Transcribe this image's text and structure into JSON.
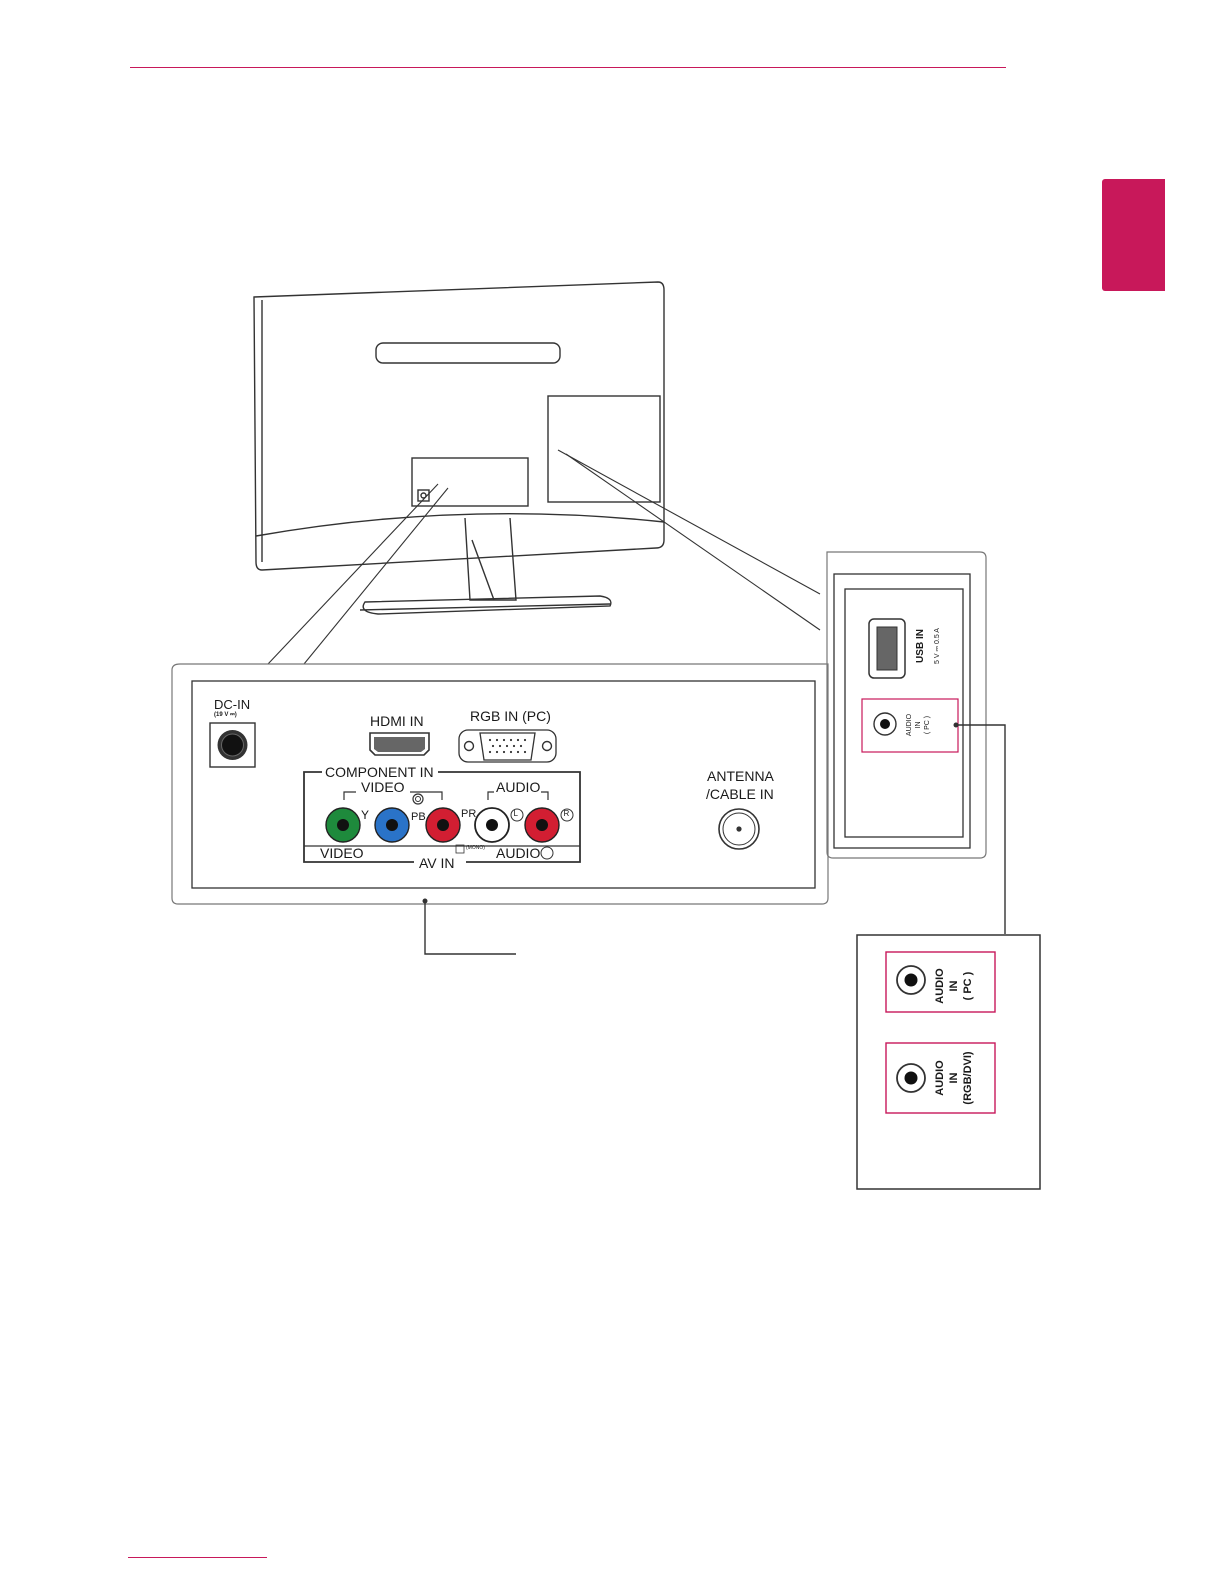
{
  "colors": {
    "accent": "#c8185a",
    "line": "#333333",
    "green_jack": "#1e8a3c",
    "blue_jack": "#2a73c8",
    "red_jack": "#d21e32"
  },
  "panel_main": {
    "dc_in": "DC-IN",
    "dc_in_rating": "(19 V ⎓)",
    "hdmi_in": "HDMI IN",
    "rgb_in": "RGB IN (PC)",
    "component_in": "COMPONENT IN",
    "video_top": "VIDEO",
    "audio_top": "AUDIO",
    "y": "Y",
    "pb": "PB",
    "pr": "PR",
    "l_sym": "L",
    "r_sym": "R",
    "video_bottom": "VIDEO",
    "av_in": "AV IN",
    "mono": "(MONO)",
    "audio_bottom": "AUDIO",
    "antenna": "ANTENNA",
    "cable_in": "/CABLE IN"
  },
  "panel_side": {
    "usb_in": "USB IN",
    "usb_rating": "5 V ⎓ 0.5 A",
    "audio_in_pc": "AUDIO\nIN\n( PC )"
  },
  "panel_callout": {
    "audio_in_pc": "AUDIO\nIN\n( PC )",
    "audio_in_rgb": "AUDIO\nIN\n(RGB/DVI)"
  },
  "icons": [
    "monitor-back-illustration",
    "usb-port-icon",
    "hdmi-port-icon",
    "vga-port-icon",
    "coax-port-icon",
    "audio-jack-icon"
  ]
}
